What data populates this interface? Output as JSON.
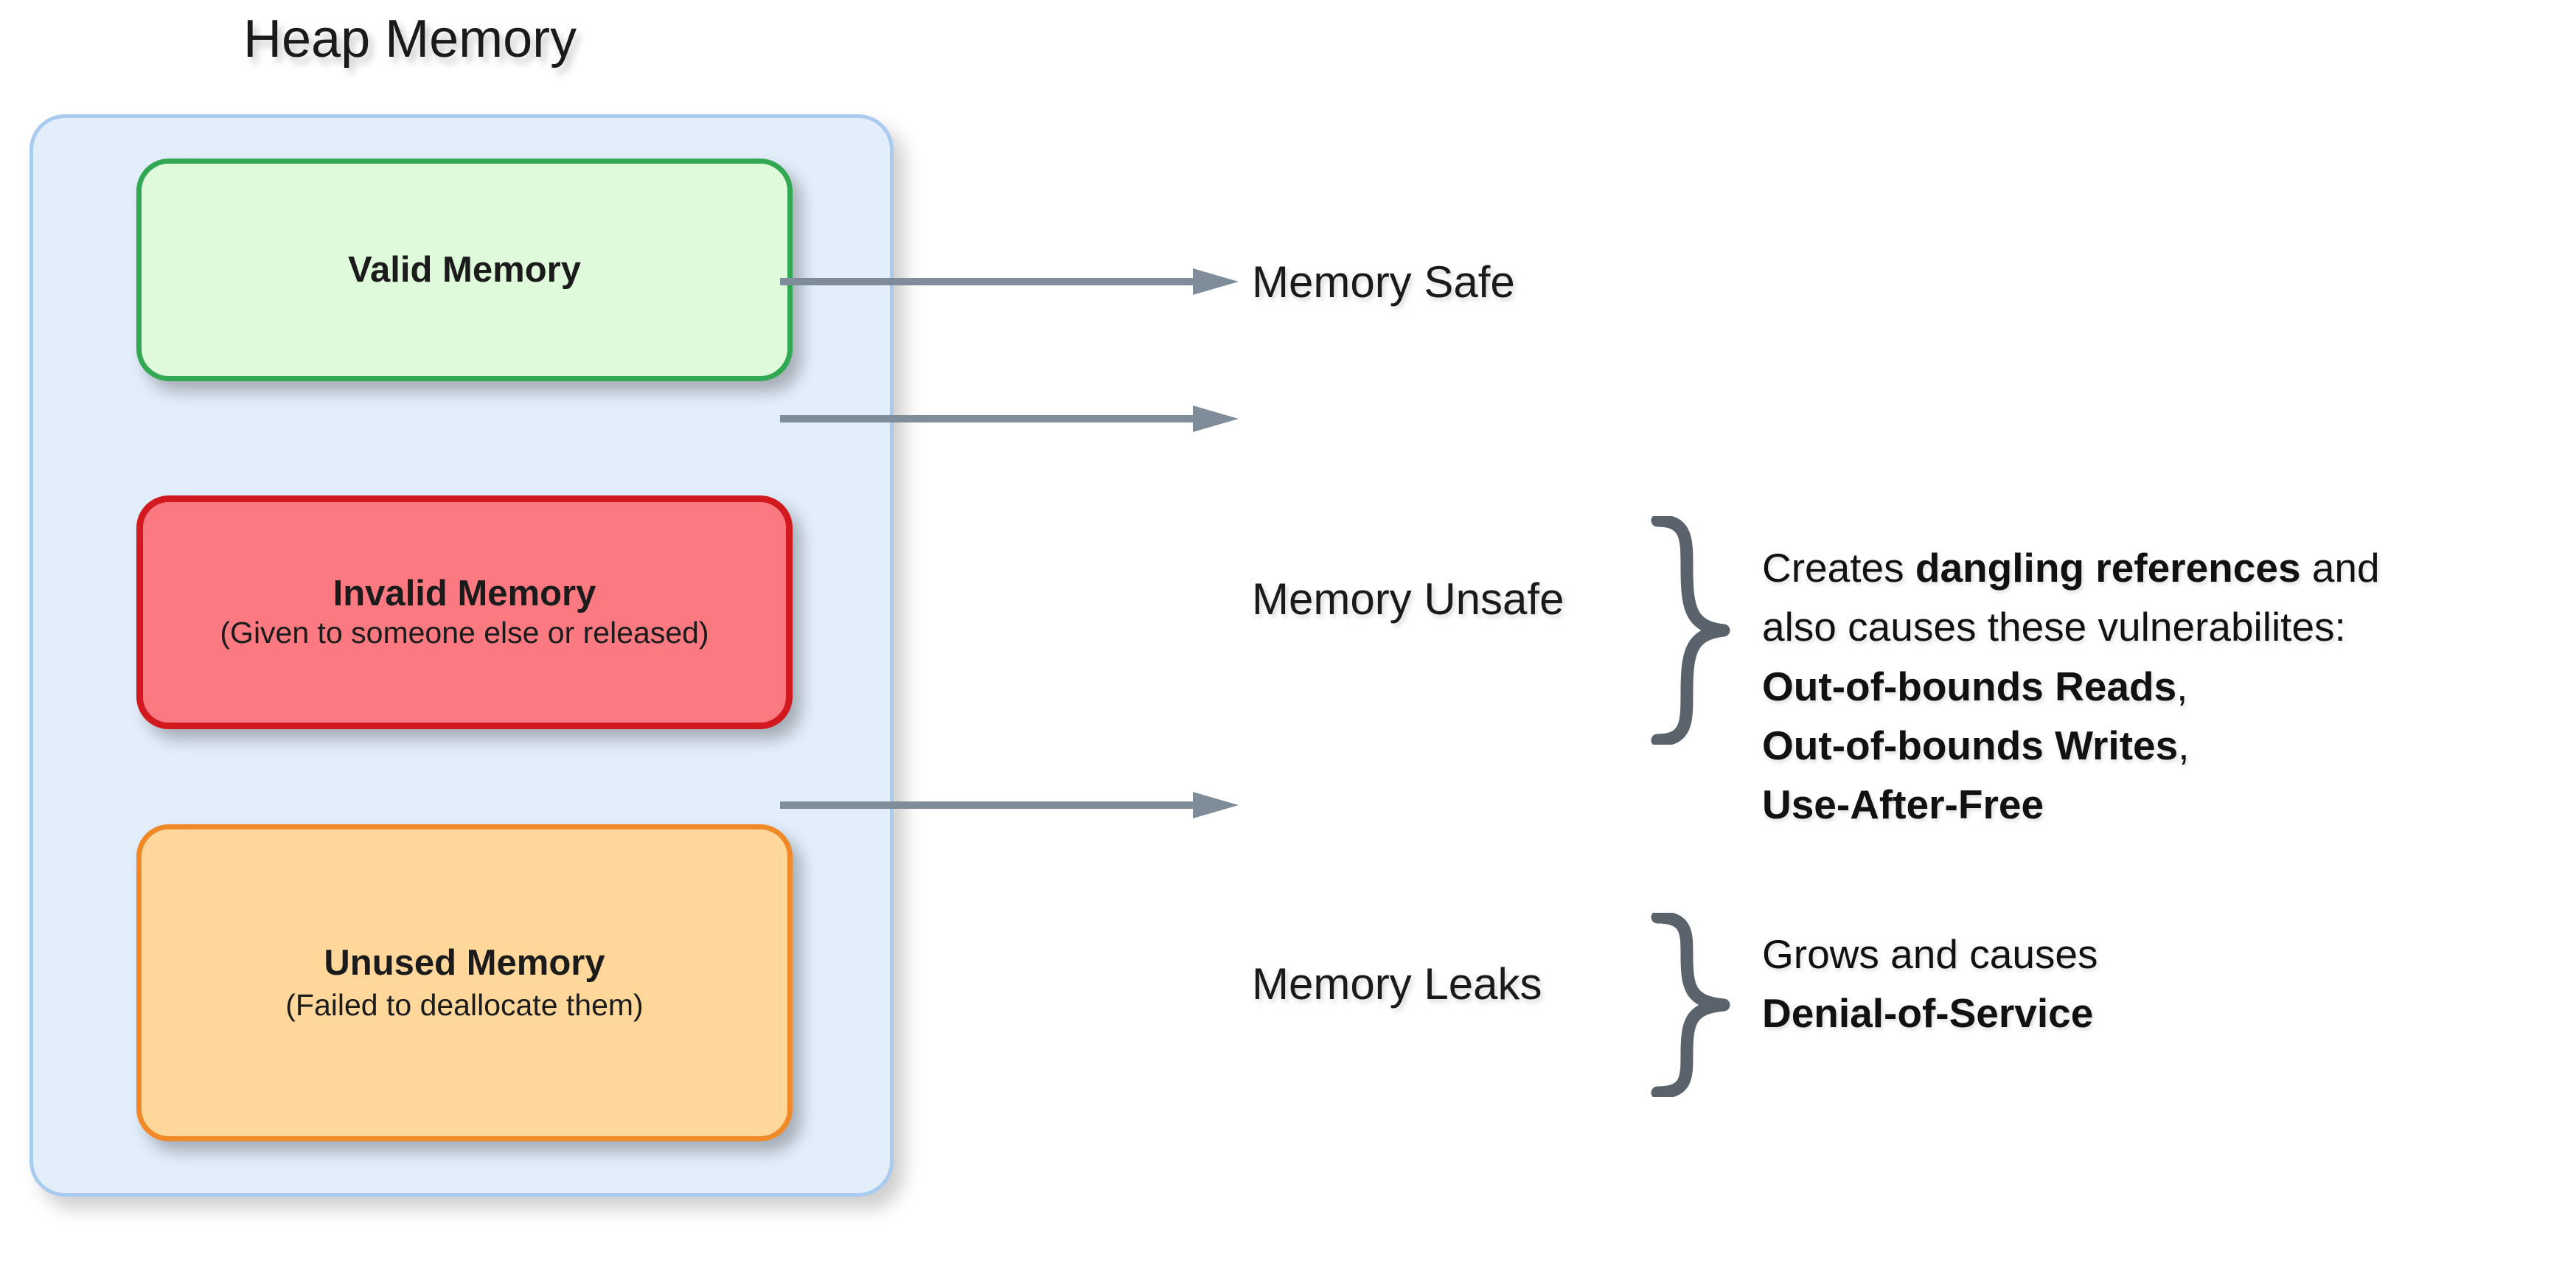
{
  "diagram": {
    "title": "Heap Memory",
    "container_label": "heap-memory-container",
    "colors": {
      "container_fill": "#e3eefb",
      "container_border": "#a9cbef",
      "valid_fill": "#dffadb",
      "valid_border": "#33a852",
      "invalid_fill": "#fb7a81",
      "invalid_border": "#d31920",
      "unused_fill": "#ffd79b",
      "unused_border": "#f08a28",
      "arrow": "#7f8c99",
      "brace": "#5a626c",
      "text": "#1a1a1a"
    },
    "boxes": [
      {
        "title": "Valid Memory",
        "subtitle": ""
      },
      {
        "title": "Invalid Memory",
        "subtitle": "(Given to someone else or released)"
      },
      {
        "title": "Unused Memory",
        "subtitle": "(Failed to deallocate them)"
      }
    ],
    "outcomes": [
      {
        "label": "Memory Safe"
      },
      {
        "label": "Memory Unsafe"
      },
      {
        "label": "Memory Leaks"
      }
    ],
    "details": {
      "unsafe": {
        "line1_prefix": "Creates ",
        "line1_bold": "dangling references",
        "line1_suffix": " and",
        "line2": "also causes these vulnerabilites:",
        "items": [
          {
            "bold": "Out-of-bounds Reads",
            "suffix": ","
          },
          {
            "bold": "Out-of-bounds Writes",
            "suffix": ","
          },
          {
            "bold": "Use-After-Free",
            "suffix": ""
          }
        ]
      },
      "leaks": {
        "line1": "Grows and causes",
        "items": [
          {
            "bold": "Denial-of-Service",
            "suffix": ""
          }
        ]
      }
    }
  }
}
